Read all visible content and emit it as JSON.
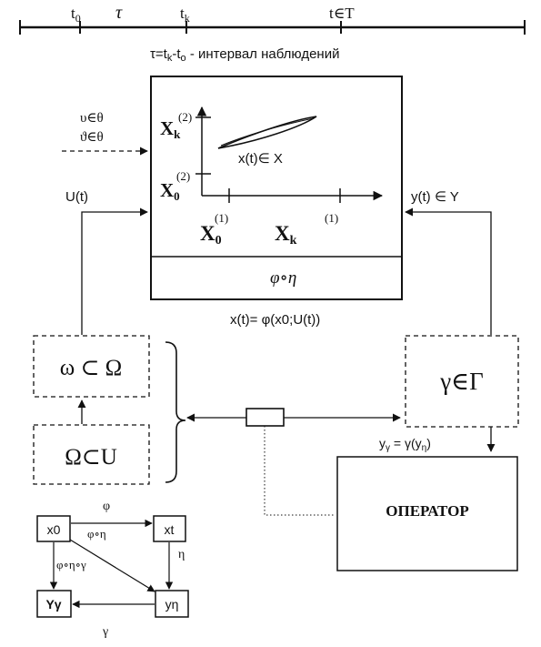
{
  "timeline": {
    "t0_base": "t",
    "t0_sub": "0",
    "tau": "τ",
    "tk_base": "t",
    "tk_sub": "k",
    "tT": "t∈T",
    "caption_pre": "τ=t",
    "caption_k": "k",
    "caption_mid": "-t",
    "caption_o": "o",
    "caption_post": " - интервал наблюдений"
  },
  "system_box": {
    "xk2_base": "X",
    "xk2_sub": "k",
    "xk2_sup": "(2)",
    "x02_base": "X",
    "x02_sub": "0",
    "x02_sup": "(2)",
    "x01_base": "X",
    "x01_sub": "0",
    "x01_sup": "(1)",
    "xk1_base": "X",
    "xk1_sub": "k",
    "xk1_sup": "(1)",
    "trajectory_label": "x(t)∈ X",
    "composition": "φ∘η"
  },
  "disturbance": {
    "line1": "υ∈θ",
    "line2": "ϑ∈θ"
  },
  "control_label": "U(t)",
  "output_label": "y(t) ∈ Y",
  "state_eq": "x(t)= φ(x0;U(t))",
  "omega_box": "ω ⊂ Ω",
  "Omega_box": "Ω⊂U",
  "gamma_box": "γ∈Γ",
  "operator_box": "ОПЕРАТОР",
  "y_gamma": {
    "pre": "y",
    "sub1": "γ",
    "mid": " = γ(y",
    "sub2": "η",
    "post": ")"
  },
  "mini": {
    "x0": "x0",
    "xt": "xt",
    "Yg": "Yγ",
    "yeta": "yη",
    "phi": "φ",
    "phi_eta": "φ∘η",
    "eta": "η",
    "phi_eta_gamma": "φ∘η∘γ",
    "gamma": "γ"
  }
}
